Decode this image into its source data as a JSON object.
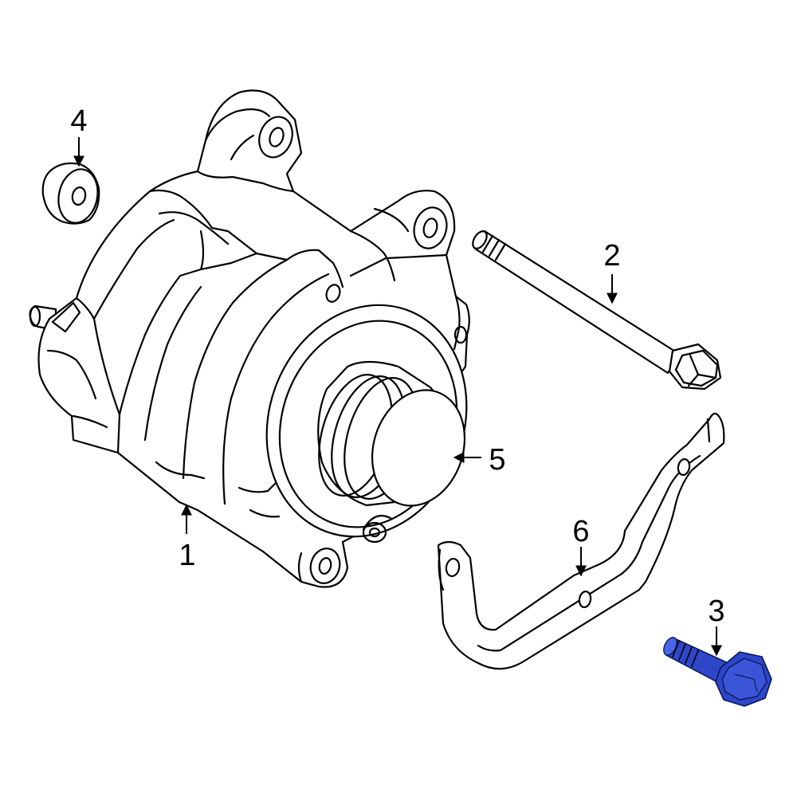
{
  "diagram": {
    "callouts": [
      {
        "id": "1",
        "label": "1"
      },
      {
        "id": "2",
        "label": "2"
      },
      {
        "id": "3",
        "label": "3"
      },
      {
        "id": "4",
        "label": "4"
      },
      {
        "id": "5",
        "label": "5"
      },
      {
        "id": "6",
        "label": "6"
      }
    ],
    "highlighted_part": "3",
    "colors": {
      "line": "#000000",
      "background": "#ffffff",
      "highlight_fill": "#2e46c8",
      "highlight_stroke": "#0a1a5a"
    }
  }
}
